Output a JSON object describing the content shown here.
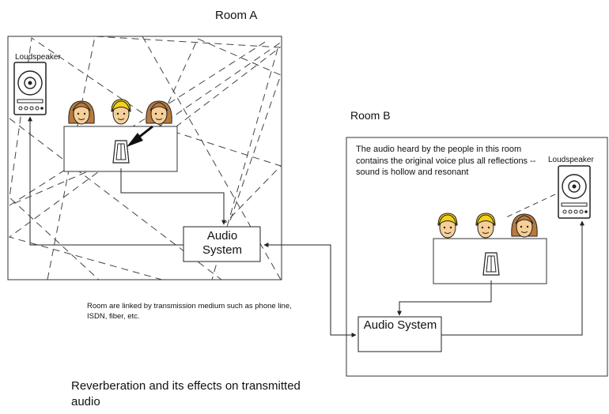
{
  "room_a": {
    "title": "Room A",
    "loudspeaker_label": "Loudspeaker",
    "audio_system_label": "Audio System"
  },
  "room_b": {
    "title": "Room B",
    "description": "The audio heard by the people in this room contains the original voice plus all reflections -- sound is hollow and resonant",
    "loudspeaker_label": "Loudspeaker",
    "audio_system_label": "Audio System"
  },
  "link_note": "Room are linked by transmission medium such as phone line, ISDN, fiber, etc.",
  "caption": "Reverberation and its effects on transmitted audio",
  "icons": [
    "loudspeaker-icon",
    "person-icon",
    "microphone-icon"
  ],
  "colors": {
    "line": "#222222",
    "hair_brown": "#b87a3c",
    "hair_blonde": "#f2d21a",
    "skin": "#f6cf98"
  }
}
